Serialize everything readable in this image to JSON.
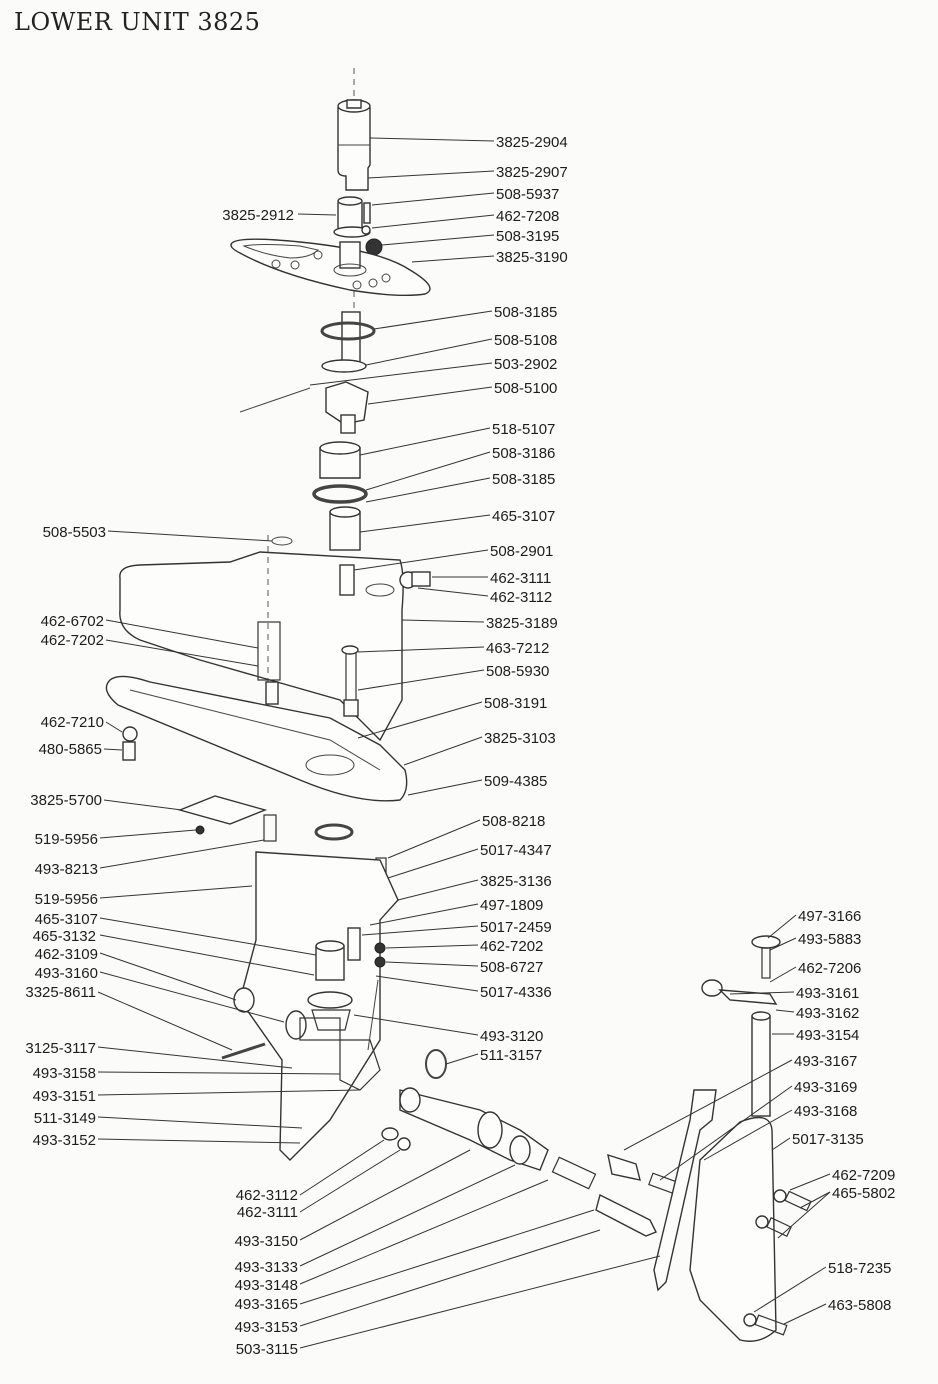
{
  "title": "LOWER UNIT 3825",
  "labels": {
    "right": [
      "3825-2904",
      "3825-2907",
      "508-5937",
      "462-7208",
      "508-3195",
      "3825-3190",
      "508-3185",
      "508-5108",
      "503-2902",
      "508-5100",
      "518-5107",
      "508-3186",
      "508-3185",
      "465-3107",
      "508-2901",
      "462-3111",
      "462-3112",
      "3825-3189",
      "463-7212",
      "508-5930",
      "508-3191",
      "3825-3103",
      "509-4385",
      "508-8218",
      "5017-4347",
      "3825-3136",
      "497-1809",
      "5017-2459",
      "462-7202",
      "508-6727",
      "5017-4336",
      "493-3120",
      "511-3157"
    ],
    "left": [
      "3825-2912",
      "508-5503",
      "462-6702",
      "462-7202",
      "462-7210",
      "480-5865",
      "3825-5700",
      "519-5956",
      "493-8213",
      "519-5956",
      "465-3107",
      "465-3132",
      "462-3109",
      "493-3160",
      "3325-8611",
      "3125-3117",
      "493-3158",
      "493-3151",
      "511-3149",
      "493-3152"
    ],
    "bottom": [
      "462-3112",
      "462-3111",
      "493-3150",
      "493-3133",
      "493-3148",
      "493-3165",
      "493-3153",
      "503-3115"
    ],
    "far_right": [
      "497-3166",
      "493-5883",
      "462-7206",
      "493-3161",
      "493-3162",
      "493-3154",
      "493-3167",
      "493-3169",
      "493-3168",
      "5017-3135",
      "462-7209",
      "465-5802",
      "518-7235",
      "463-5808"
    ]
  }
}
